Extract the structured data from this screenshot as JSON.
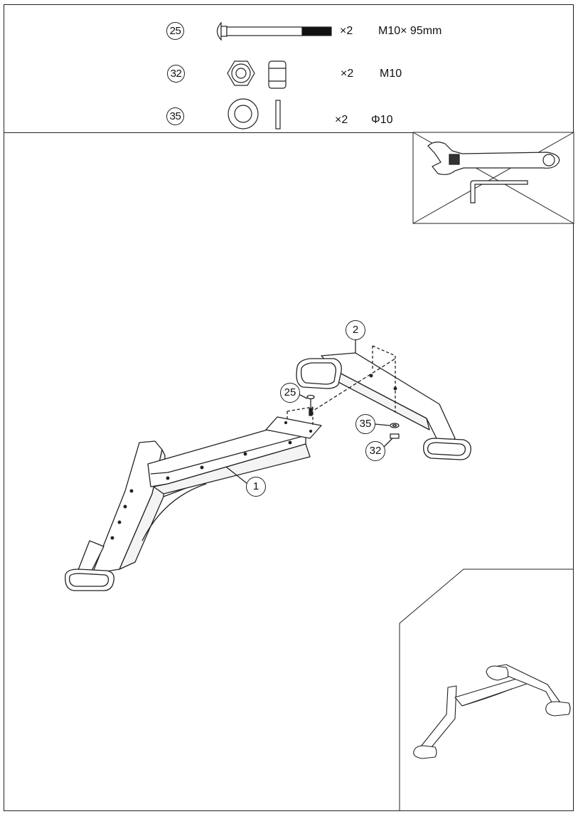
{
  "parts": [
    {
      "number": "25",
      "quantity": "×2",
      "spec": "M10× 95mm",
      "icon": "carriage-bolt-icon"
    },
    {
      "number": "32",
      "quantity": "×2",
      "spec": "M10",
      "icon": "hex-nut-icon"
    },
    {
      "number": "35",
      "quantity": "×2",
      "spec": "Φ10",
      "icon": "washer-icon"
    }
  ],
  "tools_box": {
    "icons": [
      "adjustable-wrench-icon",
      "allen-key-icon"
    ]
  },
  "diagram": {
    "callouts": {
      "frame_front": "1",
      "frame_rear": "2",
      "bolt": "25",
      "washer": "35",
      "nut": "32"
    }
  }
}
